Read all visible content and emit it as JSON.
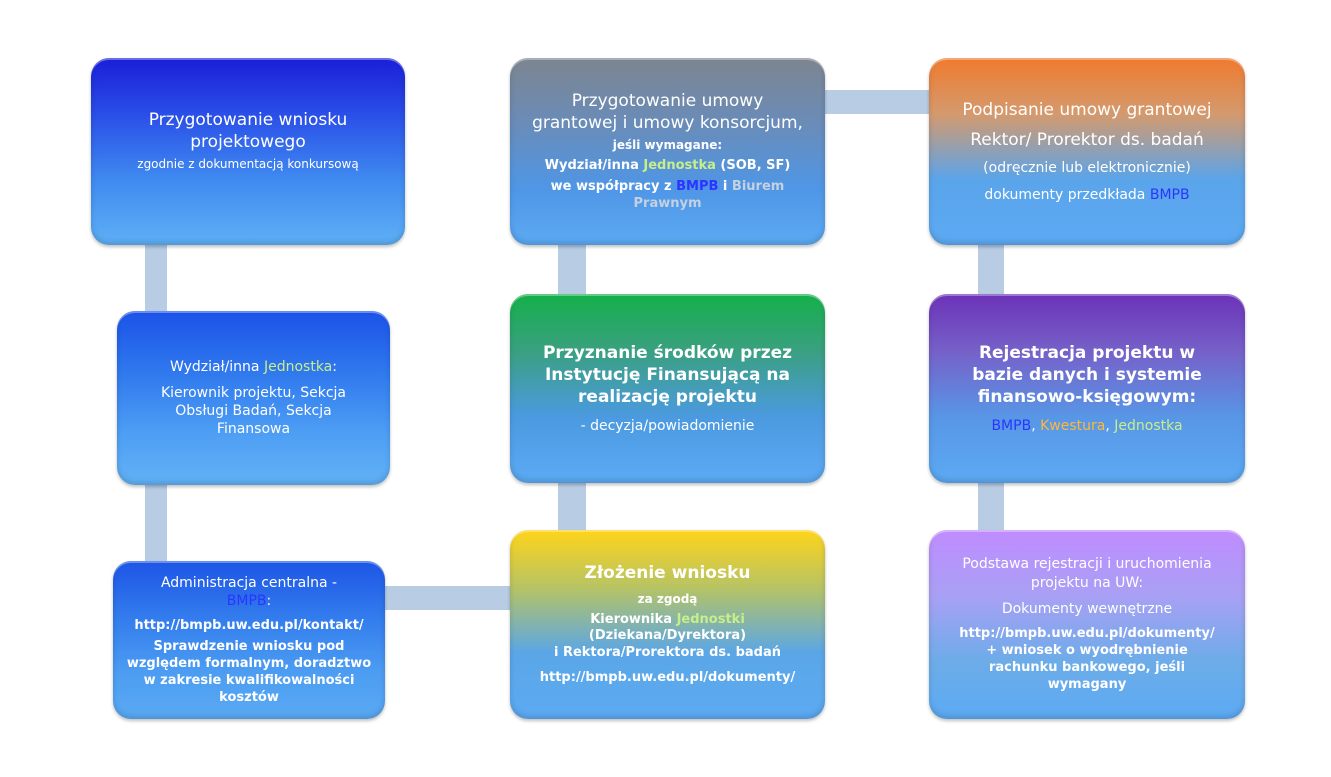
{
  "boxes": {
    "wniosek": {
      "title": "Przygotowanie wniosku projektowego",
      "subtitle": "zgodnie z dokumentacją konkursową"
    },
    "wydzial": {
      "label_a": "Wydział/inna ",
      "label_jednostka": "Jednostka",
      "label_colon": ":",
      "body": "Kierownik projektu, Sekcja Obsługi Badań, Sekcja Finansowa"
    },
    "administracja": {
      "title_a": "Administracja centralna -",
      "title_bmpb": "BMPB",
      "title_colon": ":",
      "link": "http://bmpb.uw.edu.pl/kontakt/",
      "body": "Sprawdzenie wniosku pod względem formalnym, doradztwo w zakresie kwalifikowalności kosztów"
    },
    "umowa": {
      "title": "Przygotowanie umowy grantowej i umowy konsorcjum,",
      "line2": "jeśli wymagane:",
      "line3_a": "Wydział/inna ",
      "line3_jednostka": "Jednostka",
      "line3_b": " (SOB, SF)",
      "line4_a": "we współpracy z ",
      "line4_bmpb": "BMPB",
      "line4_b": " i ",
      "line4_biuro": "Biurem Prawnym"
    },
    "przyznanie": {
      "title": "Przyznanie środków przez Instytucję Finansującą na realizację projektu",
      "subtitle": "- decyzja/powiadomienie"
    },
    "zlozenie": {
      "title": "Złożenie wniosku",
      "line2": "za zgodą",
      "line3_a": "Kierownika ",
      "line3_jednostki": "Jednostki",
      "line4": "(Dziekana/Dyrektora)",
      "line5": "i Rektora/Prorektora ds. badań",
      "link": "http://bmpb.uw.edu.pl/dokumenty/"
    },
    "podpisanie": {
      "title": "Podpisanie umowy grantowej",
      "line2": "Rektor/ Prorektor ds. badań",
      "line3": "(odręcznie lub elektronicznie)",
      "line4_a": "dokumenty przedkłada ",
      "line4_bmpb": "BMPB"
    },
    "rejestracja": {
      "title": "Rejestracja projektu w bazie danych i systemie finansowo-księgowym:",
      "bmpb": "BMPB",
      "sep1": ", ",
      "kwestura": "Kwestura",
      "sep2": ", ",
      "jednostka": "Jednostka"
    },
    "podstawa": {
      "title": "Podstawa rejestracji i uruchomienia projektu na UW:",
      "line2": "Dokumenty wewnętrzne",
      "link": "http://bmpb.uw.edu.pl/dokumenty/",
      "line4": "+ wniosek o wyodrębnienie rachunku bankowego, jeśli wymagany"
    }
  }
}
